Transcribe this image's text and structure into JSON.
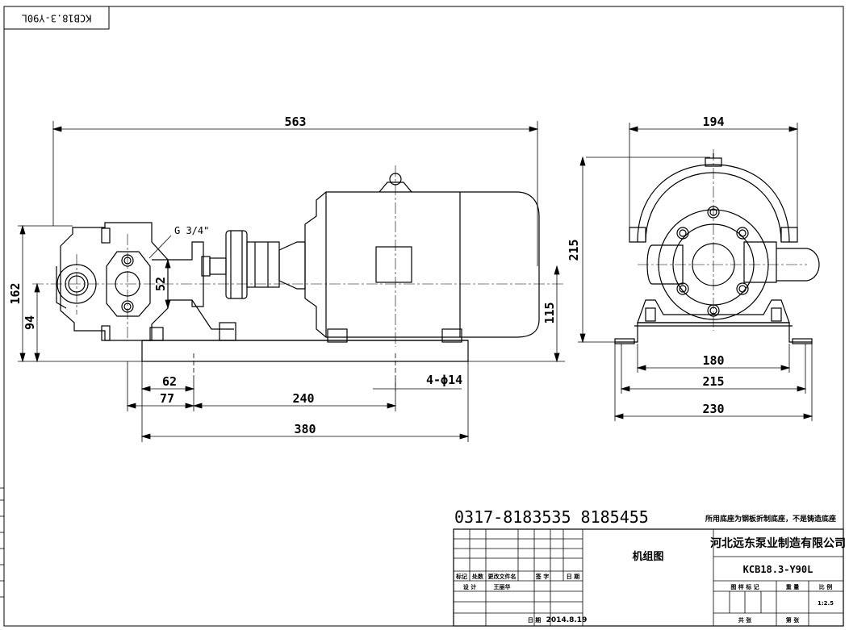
{
  "corner_tag": "KCB18.3-Y90L",
  "front_view": {
    "dim_total_length": "563",
    "dim_height": "162",
    "dim_shaft_height": "94",
    "dim_port_offset": "52",
    "dim_motor_height": "115",
    "thread_label": "G 3/4\"",
    "dim_62": "62",
    "dim_77": "77",
    "dim_240": "240",
    "dim_380": "380",
    "hole_spec": "4-ϕ14"
  },
  "side_view": {
    "dim_width_top": "194",
    "dim_height": "215",
    "dim_180": "180",
    "dim_215": "215",
    "dim_230": "230"
  },
  "phone": "0317-8183535  8185455",
  "note": "所用底座为钢板折制底座，不是铸造底座",
  "title_block": {
    "company": "河北远东泵业制造有限公司",
    "drawing_name": "机组图",
    "model_no": "KCB18.3-Y90L",
    "headers_left": [
      "标记",
      "处数",
      "更改文件名",
      "签 字",
      "日 期"
    ],
    "design_label": "设 计",
    "designer": "王丽华",
    "date_label": "日 期",
    "date": "2014.8.19",
    "headers_right": [
      "图 样 标 记",
      "重 量",
      "比 例"
    ],
    "scale": "1:2.5",
    "total_label": "共  张",
    "sheet_label": "第  张"
  },
  "colors": {
    "line": "#000000",
    "background": "#ffffff"
  }
}
